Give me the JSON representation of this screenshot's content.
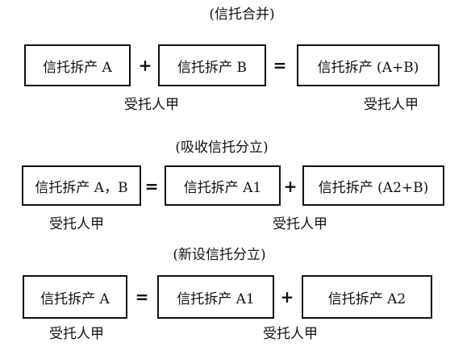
{
  "sections": [
    {
      "caption": "(信托合并)",
      "boxes": [
        "信托拆产 A",
        "信托拆产 B",
        "信托拆产 (A+B)"
      ],
      "operators": [
        "+",
        "="
      ],
      "labels": [
        "受托人甲",
        "受托人甲"
      ]
    },
    {
      "caption": "(吸收信托分立)",
      "boxes": [
        "信托拆产 A，B",
        "信托拆产 A1",
        "信托拆产 (A2+B)"
      ],
      "operators": [
        "=",
        "+"
      ],
      "labels": [
        "受托人甲",
        "受托人甲"
      ]
    },
    {
      "caption": "(新设信托分立)",
      "boxes": [
        "信托拆产 A",
        "信托拆产 A1",
        "信托拆产 A2"
      ],
      "operators": [
        "=",
        "+"
      ],
      "labels": [
        "受托人甲",
        "受托人甲"
      ]
    }
  ]
}
